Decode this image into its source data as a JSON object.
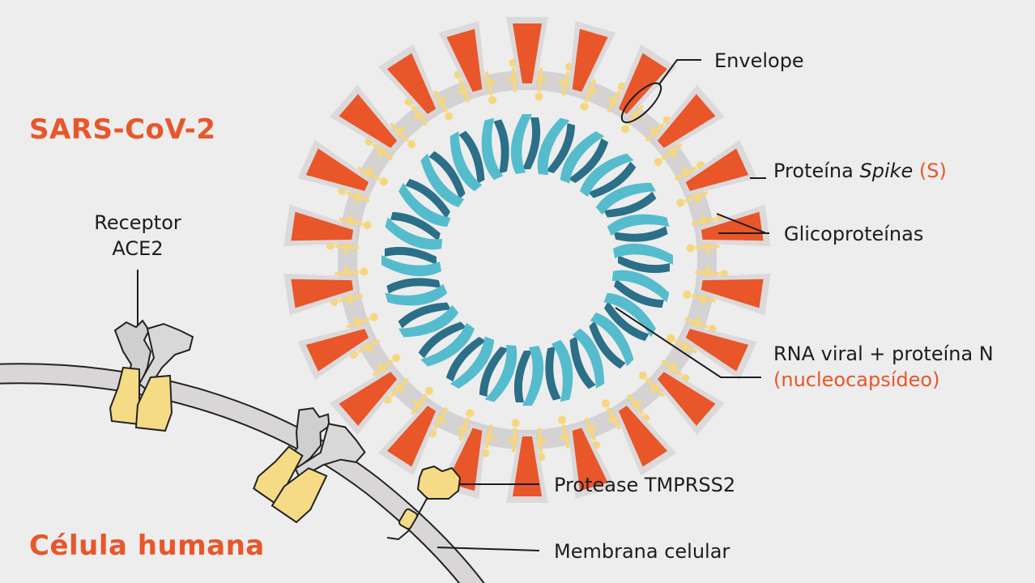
{
  "titles": {
    "virus": "SARS-CoV-2",
    "cell": "Célula humana"
  },
  "labels": {
    "envelope": "Envelope",
    "spike_prefix": "Proteína ",
    "spike_italic": "Spike",
    "spike_suffix": "(S)",
    "glyco": "Glicoproteínas",
    "rna_line1": "RNA viral + proteína N",
    "rna_line2": "(nucleocapsídeo)",
    "receptor_line1": "Receptor",
    "receptor_line2": "ACE2",
    "protease": "Protease TMPRSS2",
    "membrane": "Membrana celular"
  },
  "colors": {
    "spike": "#e8562a",
    "glycoprotein": "#f6d77e",
    "envelope": "#d4d2d2",
    "rna_light": "#55bccd",
    "rna_dark": "#2c6f88",
    "receptor_yellow": "#f5db85",
    "receptor_gray": "#cfcfcf",
    "membrane": "#d9d6d7",
    "background": "#ededed"
  }
}
